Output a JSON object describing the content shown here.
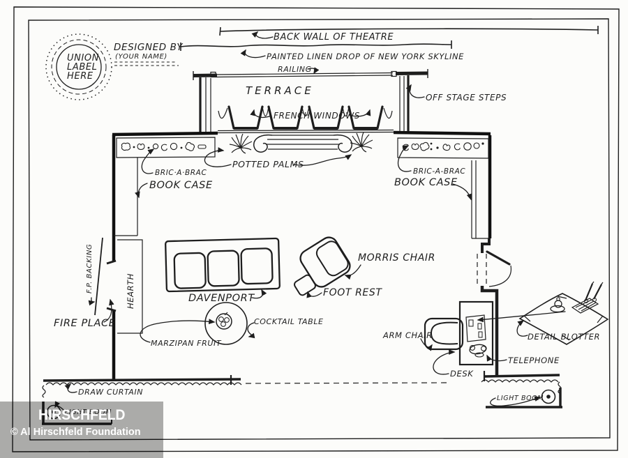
{
  "colors": {
    "ink": "#1e1e1e",
    "paper": "#fcfcfa",
    "watermark_bg": "rgba(0,0,0,0.32)",
    "watermark_text": "#ffffff"
  },
  "stamp": {
    "line1": "UNION",
    "line2": "LABEL",
    "line3": "HERE"
  },
  "credit": {
    "designed_by": "DESIGNED BY",
    "your_name": "(YOUR NAME)"
  },
  "plan": {
    "back_wall": "BACK WALL OF THEATRE",
    "linen_drop": "PAINTED LINEN DROP OF NEW YORK SKYLINE",
    "railing": "RAILING",
    "terrace": "TERRACE",
    "french_windows": "FRENCH WINDOWS",
    "off_stage_steps": "OFF STAGE STEPS",
    "bric_a_brac_left": "BRIC·A·BRAC",
    "book_case_left": "BOOK CASE",
    "bric_a_brac_right": "BRIC-A-BRAC",
    "book_case_right": "BOOK CASE",
    "potted_palms": "POTTED PALMS",
    "morris_chair": "MORRIS CHAIR",
    "foot_rest": "FOOT REST",
    "davenport": "DAVENPORT",
    "fp_backing": "F.P. BACKING",
    "hearth": "HEARTH",
    "fire_place": "FIRE PLACE",
    "marzipan_fruit": "MARZIPAN FRUIT",
    "cocktail_table": "COCKTAIL TABLE",
    "arm_chair": "ARM CHAIR",
    "desk": "DESK",
    "telephone": "TELEPHONE",
    "detail_blotter": "DETAIL BLOTTER",
    "draw_curtain": "DRAW CURTAIN",
    "light_boom_left": "LIGHT BOOM",
    "light_boom_right": "LIGHT BOOM"
  },
  "watermark": {
    "brand": "HIRSCHFELD",
    "copyright": "© Al Hirschfeld Foundation"
  }
}
